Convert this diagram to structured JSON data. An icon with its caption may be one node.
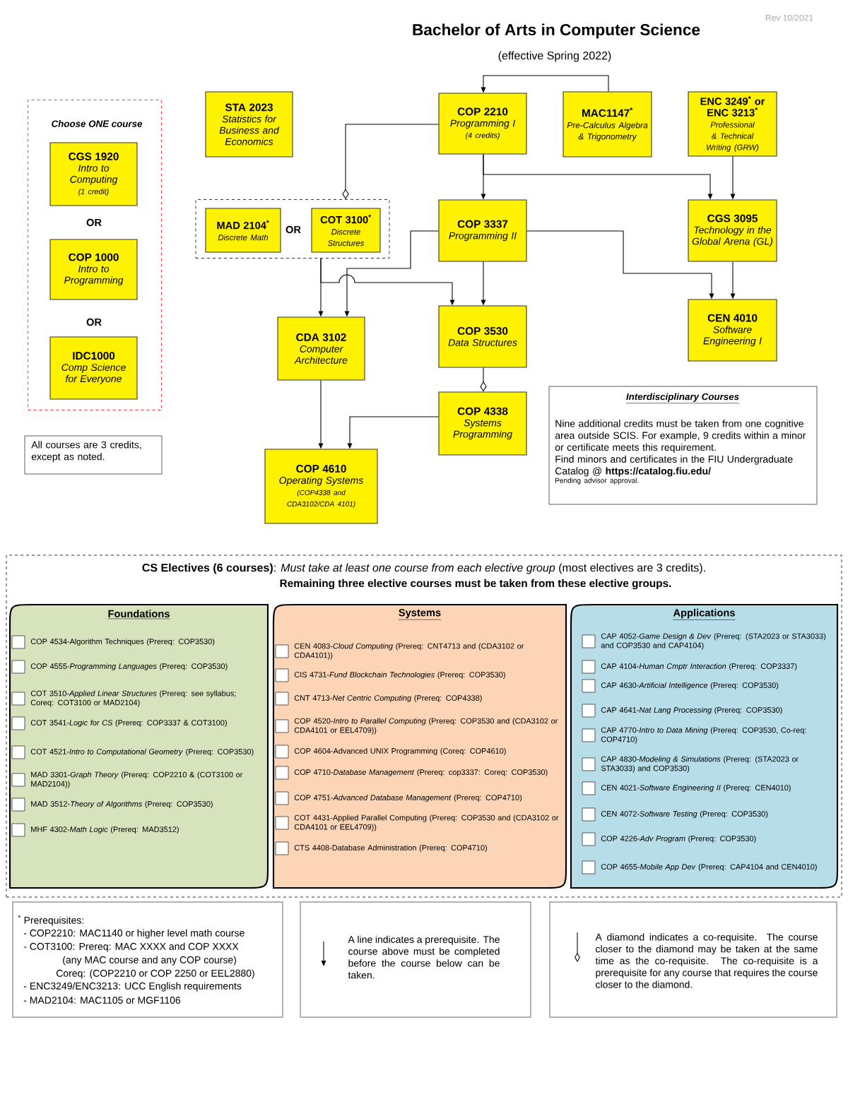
{
  "diagram": {
    "title": "Bachelor of Arts in Computer Science",
    "nodes": [
      {
        "text": [
          "STA 2023",
          "Statistics for Business and Economics"
        ]
      },
      {
        "text": [
          "COP 2210",
          "Programming I",
          "(4 credits)"
        ]
      },
      {
        "text": [
          "MAC1147$^{*}$",
          "Pre-Calculus Algebra & Trigonometry"
        ]
      },
      {
        "text": [
          "ENC 3249$^{*}$ or ENC 3213$^{*}$",
          "Professional & Technical Writing (GRW)"
        ]
      },
      {
        "text": [
          "OR"
        ]
      },
      {
        "text": [
          "MAD 2104$^{*}$",
          "Discrete Math"
        ],
        "in": 4
      },
      {
        "text": [
          "COT 3100$^{*}$",
          "Discrete Structures"
        ],
        "in": 4
      },
      {
        "text": [
          "COP 3337",
          "Programming II"
        ]
      },
      {
        "text": [
          "CGS 3095",
          "Technology in the Global Arena (GL)"
        ]
      },
      {
        "text": [
          "CDA 3102",
          "Computer Architecture"
        ]
      },
      {
        "text": [
          "COP 3530",
          "Data Structures"
        ]
      },
      {
        "text": [
          "CEN 4010",
          "Software Engineering I"
        ]
      },
      {
        "text": [
          "COP 4338",
          "Systems Programming"
        ]
      },
      {
        "text": [
          "COP 4610",
          "Operating Systems",
          "(COP4338 and CDA3102/CDA 4101)"
        ]
      },
      {
        "text": [
          "Choose ONE course",
          "OR",
          "OR"
        ]
      },
      {
        "text": [
          "CGS 1920",
          "Intro to Computing",
          "(1 credit)"
        ],
        "in": 14
      },
      {
        "text": [
          "COP 1000",
          "Intro to Programming"
        ],
        "in": 14
      },
      {
        "text": [
          "IDC1000",
          "Comp Science for Everyone"
        ],
        "in": 14
      },
      {
        "text": [
          "All courses are 3 credits, except as noted."
        ]
      },
      {
        "text": [
          "Interdisciplinary Courses",
          "Nine additional credits must be taken from one cognitive area outside SCIS. For example, 9 credits within a minor or certificate meets this requirement.",
          "Find minors and certificates in the FIU Undergraduate Catalog @ **https://catalog.fiu.edu/**",
          "Pending advisor approval."
        ]
      },
      {
        "text": [
          "**CS Electives (6 courses)**: *Must take at least one course from each elective group* (most electives are 3 credits).",
          "Remaining three elective courses must be taken from these elective groups."
        ]
      },
      {
        "text": [
          "Foundations",
          "COP 4534-Algorithm Techniques (Prereq: COP3530)",
          "COP 4555-*Programming Languages* (Prereq: COP3530)",
          "COT 3510-*Applied Linear Structures* (Prereq: see syllabus; Coreq: COT3100 or MAD2104)",
          "COT 3541-*Logic for CS* (Prereq: COP3337 & COT3100)",
          "COT 4521-*Intro to Computational Geometry* (Prereq: COP3530)",
          "MAD 3301-*Graph Theory* (Prereq: COP2210 & (COT3100 or MAD2104))",
          "MAD 3512-*Theory of Algorithms* (Prereq: COP3530)",
          "MHF 4302-*Math Logic* (Prereq: MAD3512)"
        ],
        "in": 20
      },
      {
        "text": [
          "Systems",
          "CEN 4083-*Cloud Computing* (Prereq: CNT4713 and (CDA3102 or CDA4101))",
          "CIS 4731-*Fund Blockchain Technologies* (Prereq: COP3530)",
          "CNT 4713-*Net Centric Computing* (Prereq: COP4338)",
          "COP 4520-*Intro to Parallel Computing* (Prereq: COP3530 and (CDA3102 or CDA4101 or EEL4709))",
          "COP 4604-Advanced UNIX Programming (Coreq: COP4610)",
          "COP 4710-*Database Management* (Prereq: cop3337: Coreq: COP3530)",
          "COP 4751-*Advanced Database Management* (Prereq: COP4710)",
          "COT 4431-Applied Parallel Computing (Prereq: COP3530 and (CDA3102 or CDA4101 or EEL4709))",
          "CTS 4408-Database Administration (Prereq: COP4710)"
        ],
        "in": 20
      },
      {
        "text": [
          "Applications",
          "CAP 4052-*Game Design & Dev* (Prereq: (STA2023 or STA3033) and COP3530 and CAP4104)",
          "CAP 4104-*Human Cmptr Interaction* (Prereq: COP3337)",
          "CAP 4630-*Artificial Intelligence* (Prereq: COP3530)",
          "CAP 4641-*Nat Lang Processing* (Prereq: COP3530)",
          "CAP 4770-*Intro to Data Mining* (Prereq: COP3530, Co-req: COP4710)",
          "CAP 4830-*Modeling & Simulations* (Prereq: (STA2023 or STA3033) and COP3530)",
          "CEN 4021-*Software Engineering II* (Prereq: CEN4010)",
          "CEN 4072-*Software Testing* (Prereq: COP3530)",
          "COP 4226-*Adv Program* (Prereq: COP3530)",
          "COP 4655-*Mobile App Dev* (Prereq: CAP4104 and CEN4010)"
        ],
        "in": 20
      },
      {
        "text": [
          "$^{*}$ Prerequisites:",
          "- COP2210: MAC1140 or higher level math course",
          "- COT3100: Prereq: MAC XXXX and COP XXXX",
          "(any MAC course and any COP course)",
          "Coreq: (COP2210 or COP 2250 or EEL2880)",
          "- ENC3249/ENC3213: UCC English requirements",
          "- MAD2104: MAC1105 or MGF1106"
        ]
      }
    ],
    "edges": [
      {
        "from": 2,
        "to": 1,
        "arrow": "to"
      },
      {
        "from": 1,
        "to": 7,
        "arrow": "to"
      },
      {
        "from": 1,
        "to": 4,
        "arrow": "other"
      },
      {
        "from": 1,
        "to": 8,
        "arrow": "to"
      },
      {
        "from": 3,
        "to": 8,
        "arrow": "to"
      },
      {
        "from": 7,
        "to": 11,
        "arrow": "to"
      },
      {
        "from": 8,
        "to": 11,
        "arrow": "to"
      },
      {
        "from": 7,
        "to": 9,
        "arrow": "to"
      },
      {
        "from": 4,
        "to": 9,
        "arrow": "to"
      },
      {
        "from": 4,
        "to": 10,
        "arrow": "to"
      },
      {
        "from": 7,
        "to": 10,
        "arrow": "to"
      },
      {
        "from": 10,
        "to": 12,
        "arrow": "other"
      },
      {
        "from": 9,
        "to": 13,
        "arrow": "to"
      },
      {
        "from": 12,
        "to": 13,
        "arrow": "to"
      }
    ],
    "labels": [
      "(effective Spring 2022)",
      "Rev 10/2021"
    ],
    "legend": [
      {
        "text": "A line indicates a prerequisite. The course above must be completed before the course below can be taken."
      },
      {
        "text": "A diamond indicates a co-requisite. The course closer to the diamond may be taken at the same time as the co-requisite. The co-requisite is a prerequisite for any course that requires the course closer to the diamond."
      }
    ]
  }
}
